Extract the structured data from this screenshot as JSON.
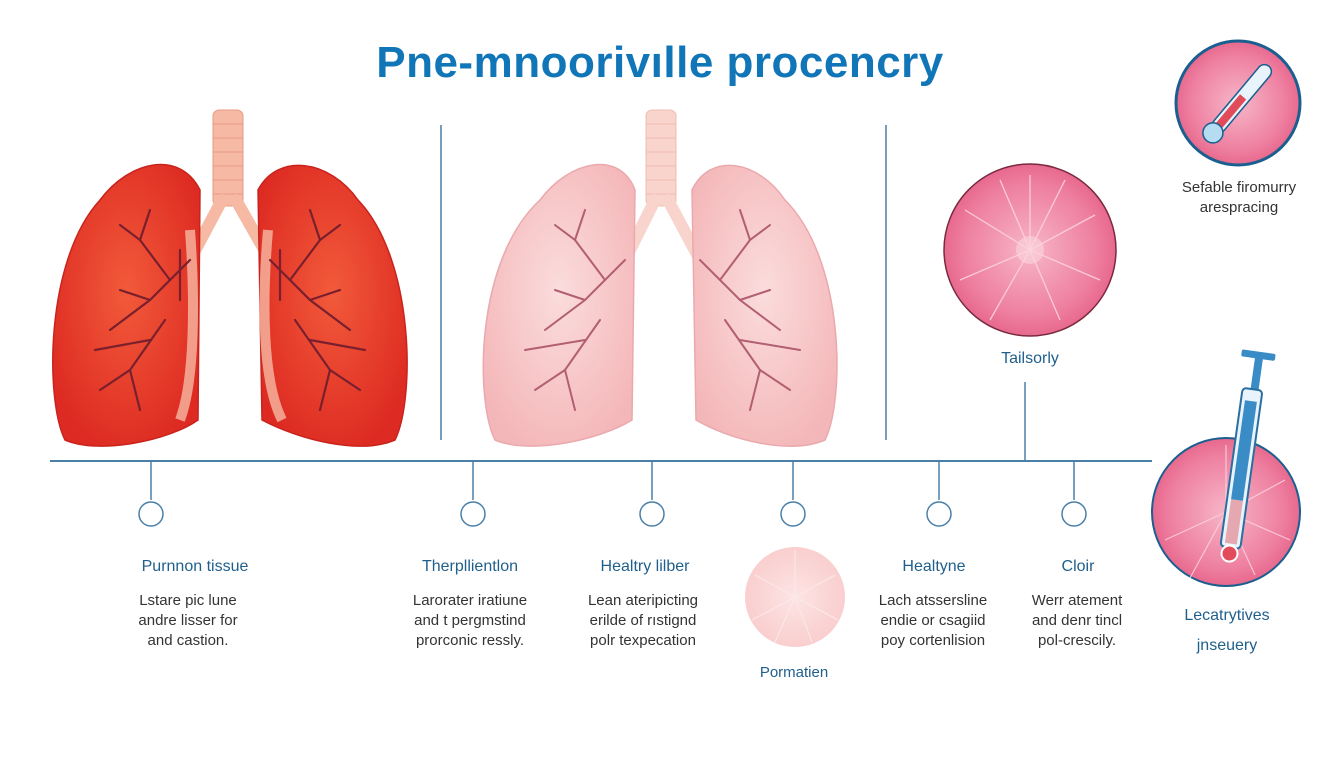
{
  "title": "Pne-mnoorivılle procencry",
  "colors": {
    "accent": "#1176b8",
    "timeline": "#4a7fa8",
    "inflamed_lung": "#e8312a",
    "healthy_lung": "#f7c4c4",
    "tissue_pink": "#f08aa8"
  },
  "icons": [
    "trachea-icon",
    "inflamed-lung-icon",
    "healthy-lung-icon",
    "tissue-circle-icon",
    "syringe-icon",
    "thermometer-icon"
  ],
  "top_right_caption": [
    "Sefable firomurry",
    "arespracing"
  ],
  "tissue_caption": "Tailsorly",
  "stages": [
    {
      "label": "Purnnon tissue",
      "desc": [
        "Lstare pic lune",
        "andre lisser for",
        "and castion."
      ]
    },
    {
      "label": "Therpllientlon",
      "desc": [
        "Larorater iratiune",
        "and t pergmstind",
        "prorconic ressly."
      ]
    },
    {
      "label": "Healtry lilber",
      "desc": [
        "Lean ateripicting",
        "erilde of rıstignd",
        "polr texpecation"
      ]
    },
    {
      "label": "Pormatien",
      "desc": []
    },
    {
      "label": "Healtyne",
      "desc": [
        "Lach atssersline",
        "endie or csagiid",
        "poy cortenlision"
      ]
    },
    {
      "label": "Cloir",
      "desc": [
        "Werr atement",
        "and denr tincl",
        "pol-crescily."
      ]
    }
  ],
  "right_caption": [
    "Lecatrytives",
    "jnseuery"
  ]
}
